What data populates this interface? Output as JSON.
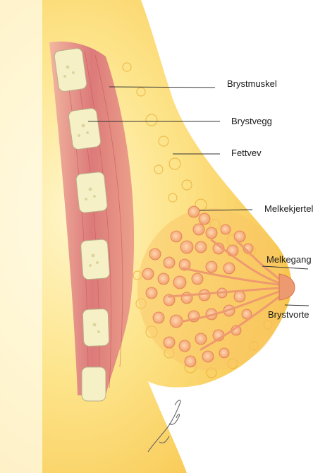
{
  "labels": {
    "chest_muscle": "Brystmuskel",
    "chest_wall": "Brystvegg",
    "fatty_tissue": "Fettvev",
    "mammary_gland": "Melkekjertel",
    "milk_duct": "Melkegang",
    "nipple": "Brystvorte"
  },
  "signature": "AnnPappe",
  "colors": {
    "skin": "#fbd35a",
    "muscle": "#e48a86",
    "gland": "#f3a46f",
    "rib": "#f6f0c6"
  }
}
